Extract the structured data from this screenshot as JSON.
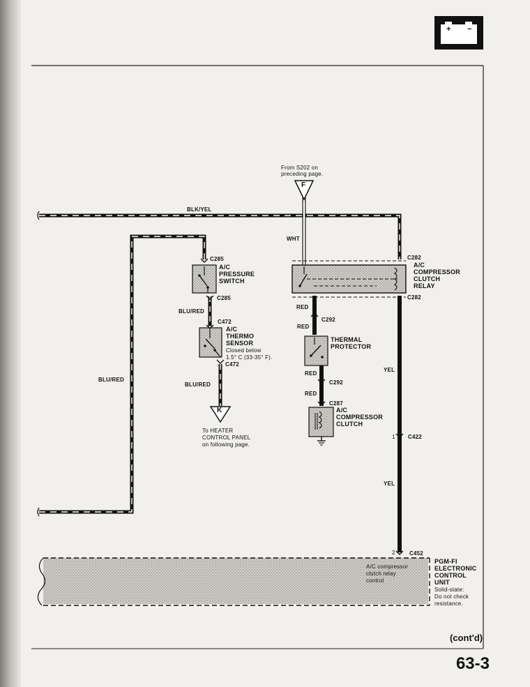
{
  "page": {
    "page_number": "63-3",
    "continued": "(cont'd)",
    "battery_icon": "battery-icon",
    "battery_plus": "+",
    "battery_minus": "−"
  },
  "source": {
    "note_line1": "From S202 on",
    "note_line2": "preceding page.",
    "connector_F": "F",
    "connector_K": "K"
  },
  "wires": {
    "blk_yel": "BLK/YEL",
    "wht": "WHT",
    "blu_red_left": "BLU/RED",
    "blu_red_mid1": "BLU/RED",
    "blu_red_mid2": "BLU/RED",
    "red1": "RED",
    "red2": "RED",
    "red3": "RED",
    "red4": "RED",
    "yel1": "YEL",
    "yel2": "YEL"
  },
  "connectors": {
    "c285_top": "C285",
    "c285_bot": "C285",
    "c472_top": "C472",
    "c472_bot": "C472",
    "c282_top": "C282",
    "c282_bot": "C282",
    "c292_top": "C292",
    "c292_bot": "C292",
    "c287": "C287",
    "c422": "C422",
    "c422_pin": "1",
    "c452": "C452",
    "c452_pin": "2"
  },
  "components": {
    "pressure_switch": [
      "A/C",
      "PRESSURE",
      "SWITCH"
    ],
    "thermo_sensor": [
      "A/C",
      "THERMO",
      "SENSOR"
    ],
    "thermo_note": [
      "Closed below",
      "1.5° C (33-35° F)."
    ],
    "relay": [
      "A/C",
      "COMPRESSOR",
      "CLUTCH",
      "RELAY"
    ],
    "thermal_protector": [
      "THERMAL",
      "PROTECTOR"
    ],
    "clutch": [
      "A/C",
      "COMPRESSOR",
      "CLUTCH"
    ],
    "heater_note": [
      "To HEATER",
      "CONTROL PANEL",
      "on following page."
    ],
    "ecu_inner": [
      "A/C compressor",
      "clutch relay",
      "control"
    ],
    "ecu_title": [
      "PGM-FI",
      "ELECTRONIC",
      "CONTROL",
      "UNIT"
    ],
    "ecu_note": [
      "Solid-state:",
      "Do not check",
      "resistance."
    ]
  }
}
